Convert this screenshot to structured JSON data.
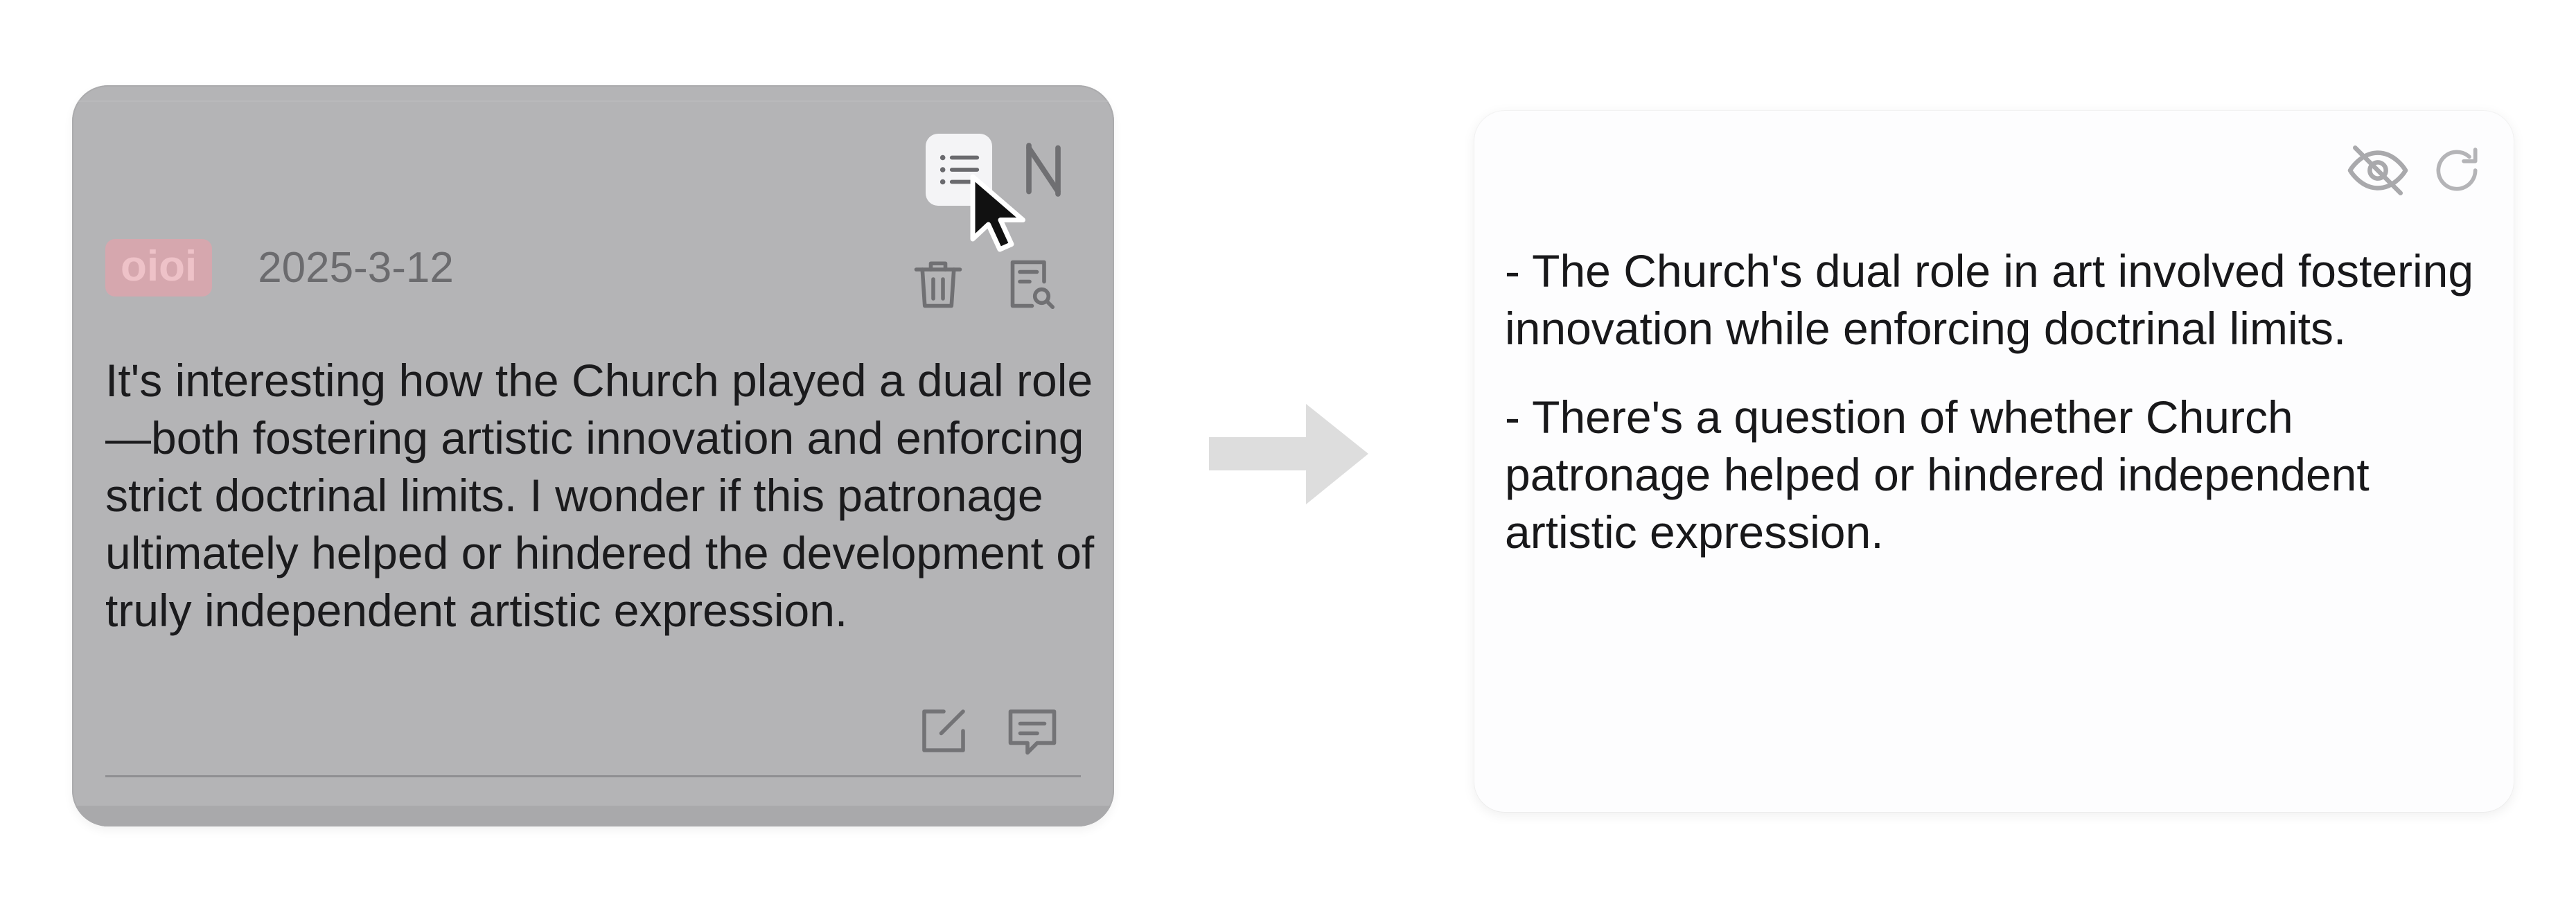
{
  "note_card": {
    "tag": "oioi",
    "date": "2025-3-12",
    "text": "It's interesting how the Church played a dual role—both fostering artistic innovation and enforcing strict doctrinal limits. I wonder if this patronage ultimately helped or hindered the development of truly independent artistic expression.",
    "colors": {
      "card_overlay": "#b4b4b6",
      "tag_bg": "#d6a7ae",
      "tag_text": "#eec2c8"
    },
    "icons": {
      "top": [
        "list-summary-icon",
        "sort-icon"
      ],
      "row": [
        "trash-icon",
        "search-document-icon"
      ],
      "bottom": [
        "edit-icon",
        "comment-icon"
      ]
    }
  },
  "cursor": {
    "icon": "mouse-pointer-icon"
  },
  "transition": {
    "icon": "arrow-right-icon"
  },
  "summary_card": {
    "bullets": [
      "- The Church's dual role in art involved fostering innovation while enforcing doctrinal limits.",
      "- There's a question of whether Church patronage helped or hindered independent artistic expression."
    ],
    "icons": [
      "eye-off-icon",
      "refresh-icon"
    ]
  }
}
